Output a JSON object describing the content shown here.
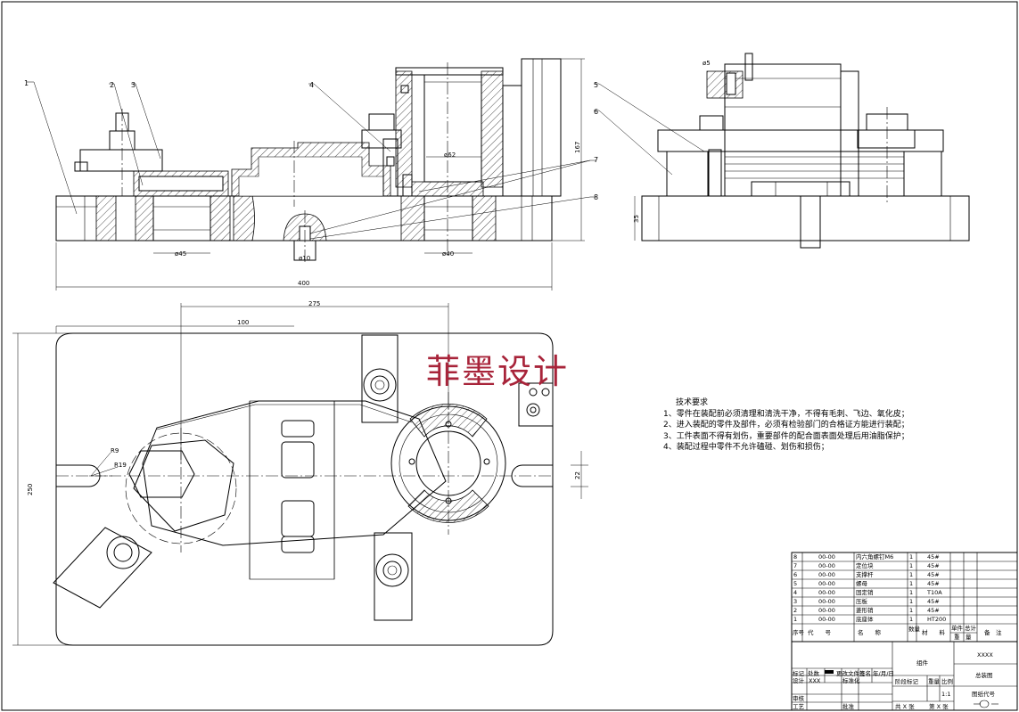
{
  "watermark": "菲墨设计",
  "balloons": [
    "1",
    "2",
    "3",
    "4",
    "5",
    "6",
    "7",
    "8"
  ],
  "dimensions": {
    "front_width": "400",
    "front_height": "167",
    "bore_left": "ø45",
    "bore_right": "ø40",
    "bore_top": "ø62",
    "pin_small": "ø10",
    "side_height": "35",
    "side_top": "ø5",
    "plan_width": "275",
    "plan_offset": "100",
    "plan_height": "250",
    "plan_slot": "22",
    "plan_r_small": "R9",
    "plan_r_large": "R19"
  },
  "notes": {
    "title": "技术要求",
    "items": [
      "1、零件在装配前必须清理和清洗干净，不得有毛刺、飞边、氧化皮；",
      "2、进入装配的零件及部件，必须有检验部门的合格证方能进行装配；",
      "3、工件表面不得有划伤，重要部件的配合面表面处理后用油脂保护；",
      "4、装配过程中零件不允许磕碰、划伤和损伤；"
    ]
  },
  "bom": {
    "rows": [
      {
        "no": "8",
        "code": "00-00",
        "name": "内六角螺钉M6",
        "qty": "1",
        "mat": "45#"
      },
      {
        "no": "7",
        "code": "00-00",
        "name": "定位块",
        "qty": "1",
        "mat": "45#"
      },
      {
        "no": "6",
        "code": "00-00",
        "name": "支撑杆",
        "qty": "1",
        "mat": "45#"
      },
      {
        "no": "5",
        "code": "00-00",
        "name": "螺母",
        "qty": "1",
        "mat": "45#"
      },
      {
        "no": "4",
        "code": "00-00",
        "name": "固定销",
        "qty": "1",
        "mat": "T10A"
      },
      {
        "no": "3",
        "code": "00-00",
        "name": "压板",
        "qty": "1",
        "mat": "45#"
      },
      {
        "no": "2",
        "code": "00-00",
        "name": "菱形销",
        "qty": "1",
        "mat": "45#"
      },
      {
        "no": "1",
        "code": "00-00",
        "name": "底座体",
        "qty": "1",
        "mat": "HT200"
      }
    ],
    "header": {
      "no": "序号",
      "code": "代　　号",
      "name": "名　　称",
      "qty": "数量",
      "mat": "材　　料",
      "unit": "单件",
      "total": "总计",
      "weight": "重　量",
      "remark": "备　注"
    }
  },
  "title_block": {
    "part_code": "XXXX",
    "drawing_name": "总装图",
    "group": "组件",
    "drawing_code": "图纸代号",
    "scale_label": "比例",
    "scale": "1:1",
    "weight_label": "重量",
    "stage_label": "阶段标记",
    "sheet": "共 X 张",
    "sheet_no": "第 X 张",
    "mark_labels": [
      "标记",
      "处数",
      "更改文件号",
      "签名",
      "年/月/日"
    ],
    "role_labels": [
      "设计",
      "审核",
      "工艺",
      "批准"
    ],
    "designer": "XXX",
    "std_label": "标准化"
  }
}
